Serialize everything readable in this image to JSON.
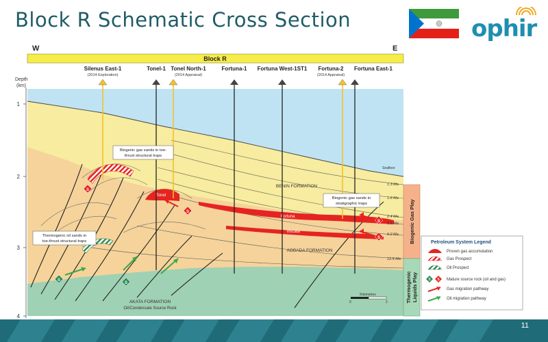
{
  "slide": {
    "title": "Block R Schematic Cross Section",
    "page_number": "11",
    "logo_text": "ophir"
  },
  "section": {
    "west": "W",
    "east": "E",
    "block_label": "Block R",
    "depth_label": "Depth",
    "depth_unit": "(km)",
    "depth_ticks": [
      "1",
      "2",
      "3",
      "4"
    ],
    "wells": [
      {
        "name": "Silenus East-1",
        "sub": "(2014 Exploration)"
      },
      {
        "name": "Tonel-1",
        "sub": ""
      },
      {
        "name": "Tonel North-1",
        "sub": "(2014 Appraisal)"
      },
      {
        "name": "Fortuna-1",
        "sub": ""
      },
      {
        "name": "Fortuna West-1ST1",
        "sub": ""
      },
      {
        "name": "Fortuna-2",
        "sub": "(2014 Appraisal)"
      },
      {
        "name": "Fortuna East-1",
        "sub": ""
      }
    ],
    "callouts": {
      "biogenic_toe": [
        "Biogenic gas sands in toe-",
        "thrust structural traps"
      ],
      "biogenic_strat": [
        "Biogenic gas sands in",
        "stratigraphic traps"
      ],
      "thermogenic_toe": [
        "Thermogenic oil sands in",
        "toe-thrust structural traps"
      ]
    },
    "formations": {
      "benin": "BENIN FORMATION",
      "agbada": "AGBADA FORMATION",
      "akata": "AKATA FORMATION",
      "akata_sub": "Oil/Condensate Source Rock"
    },
    "reservoirs": {
      "tonel": "Tonel",
      "fortuna": "Fortuna",
      "viscata": "Viscata"
    },
    "seafloor": "Seafloor",
    "ages": [
      "1.3 Ma",
      "1.6 Ma",
      "2.4 Ma",
      "5.5 Ma",
      "6.2 Ma",
      "12.5 Ma"
    ],
    "plays": {
      "biogenic": "Biogenic Gas Play",
      "thermogenic": "Thermogenic Liquids Play"
    },
    "scale": {
      "label": "Kilometres",
      "zero": "0",
      "max": "2"
    },
    "source_badge": "S"
  },
  "legend": {
    "title": "Petroleum System Legend",
    "items": [
      "Proven gas accumulation",
      "Gas Prospect",
      "Oil Prospect",
      "Mature source rock (oil and gas)",
      "Gas migration pathway",
      "Oil migration pathway"
    ]
  },
  "colors": {
    "title": "#1f5c66",
    "water": "#bfe3f2",
    "benin": "#f7ec9f",
    "agbada": "#f5d39a",
    "akata": "#9fd1b4",
    "reservoir": "#e52421",
    "well": "#f2c12e",
    "footer": "#1f6b78",
    "play_gas": "#f5b28a",
    "play_liquids": "#a7d9b8",
    "logo": "#1e8fb0"
  }
}
